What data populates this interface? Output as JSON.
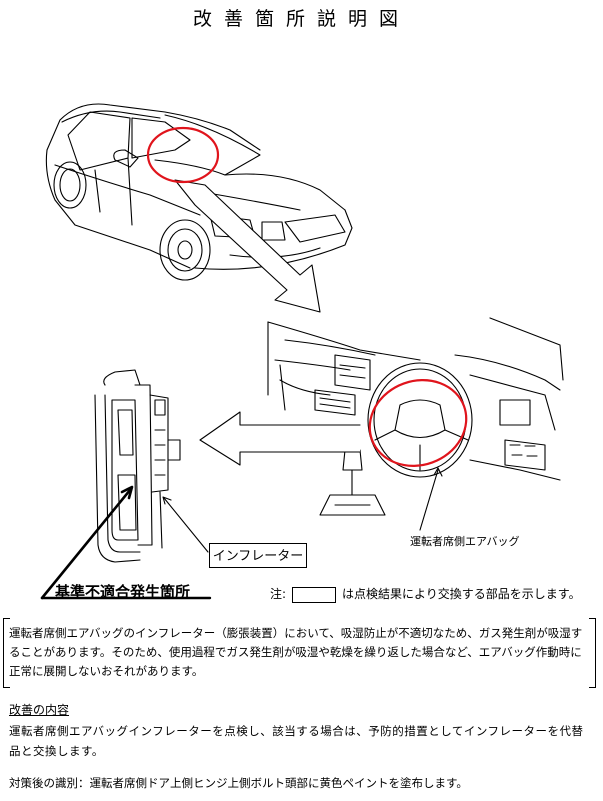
{
  "title": "改善箇所説明図",
  "labels": {
    "inflator": "インフレーター",
    "driver_airbag": "運転者席側エアバッグ",
    "nonconformity": "基準不適合発生箇所"
  },
  "note": {
    "prefix": "注:",
    "suffix": "は点検結果により交換する部品を示します。"
  },
  "description": "運転者席側エアバッグのインフレーター（膨張装置）において、吸湿防止が不適切なため、ガス発生剤が吸湿することがあります。そのため、使用過程でガス発生剤が吸湿や乾燥を繰り返した場合など、エアバッグ作動時に正常に展開しないおそれがあります。",
  "improvement": {
    "heading": "改善の内容",
    "body": "運転者席側エアバッグインフレーターを点検し、該当する場合は、予防的措置としてインフレーターを代替品と交換します。"
  },
  "identification": "対策後の識別：運転者席側ドア上側ヒンジ上側ボルト頭部に黄色ペイントを塗布します。",
  "colors": {
    "highlight": "#e0141c",
    "line": "#000000"
  }
}
